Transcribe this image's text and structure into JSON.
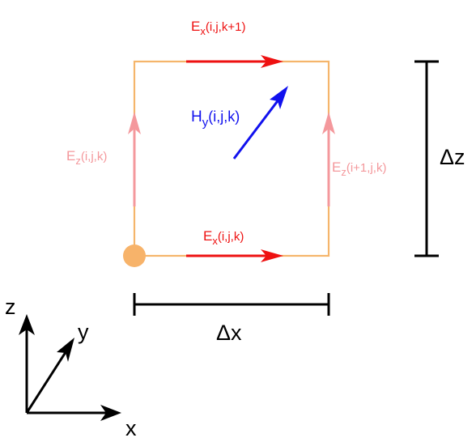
{
  "colors": {
    "cell_edge": "#F5B56B",
    "node": "#F7B36A",
    "ex": "#EE1111",
    "ez": "#F4989C",
    "hy": "#1111EE",
    "dim": "#000000"
  },
  "labels": {
    "ex_top": {
      "main": "E",
      "sub": "x",
      "idx": "(i,j,k+1)"
    },
    "ex_bottom": {
      "main": "E",
      "sub": "x",
      "idx": "(i,j,k)"
    },
    "ez_left": {
      "main": "E",
      "sub": "z",
      "idx": "(i,j,k)"
    },
    "ez_right": {
      "main": "E",
      "sub": "z",
      "idx": "(i+1,j,k)"
    },
    "hy_center": {
      "main": "H",
      "sub": "y",
      "idx": "(i,j,k)"
    }
  },
  "dimensions": {
    "dz": "Δz",
    "dx": "Δx"
  },
  "axes": {
    "z": "z",
    "y": "y",
    "x": "x"
  }
}
